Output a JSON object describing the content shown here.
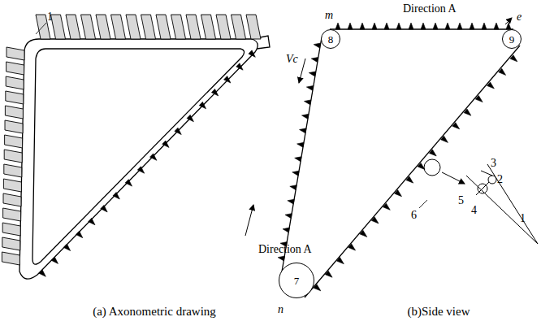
{
  "diagram": {
    "nodes": [
      {
        "text": [
          "8"
        ]
      },
      {
        "text": [
          "9"
        ]
      },
      {
        "text": [
          "7"
        ]
      }
    ],
    "labels": [
      "1",
      "Direction A",
      "(a) Axonometric drawing",
      "Direction A",
      "m",
      "e",
      "Vc",
      "n",
      "6",
      "2",
      "3",
      "4",
      "5",
      "1",
      "(b)Side view"
    ]
  }
}
